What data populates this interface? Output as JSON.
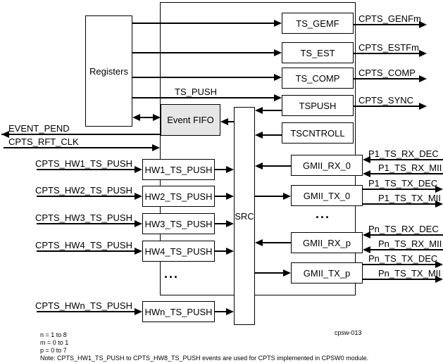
{
  "blocks": {
    "registers": "Registers",
    "event_fifo": "Event FIFO",
    "src": "SRC",
    "ts_gemf": "TS_GEMF",
    "ts_est": "TS_EST",
    "ts_comp": "TS_COMP",
    "tspush": "TSPUSH",
    "tscntroll": "TSCNTROLL",
    "gmii_rx_0": "GMII_RX_0",
    "gmii_tx_0": "GMII_TX_0",
    "gmii_rx_p": "GMII_RX_p",
    "gmii_tx_p": "GMII_TX_p",
    "hw1": "HW1_TS_PUSH",
    "hw2": "HW2_TS_PUSH",
    "hw3": "HW3_TS_PUSH",
    "hw4": "HW4_TS_PUSH",
    "hwn": "HWn_TS_PUSH"
  },
  "signals": {
    "ts_push": "TS_PUSH",
    "event_pend": "EVENT_PEND",
    "cpts_rft_clk": "CPTS_RFT_CLK",
    "cpts_hw1_ts_push": "CPTS_HW1_TS_PUSH",
    "cpts_hw2_ts_push": "CPTS_HW2_TS_PUSH",
    "cpts_hw3_ts_push": "CPTS_HW3_TS_PUSH",
    "cpts_hw4_ts_push": "CPTS_HW4_TS_PUSH",
    "cpts_hwn_ts_push": "CPTS_HWn_TS_PUSH",
    "cpts_genfm": "CPTS_GENFm",
    "cpts_estfm": "CPTS_ESTFm",
    "cpts_comp": "CPTS_COMP",
    "cpts_sync": "CPTS_SYNC",
    "p1_ts_rx_dec": "P1_TS_RX_DEC",
    "p1_ts_rx_mii": "P1_TS_RX_MII",
    "p1_ts_tx_dec": "P1_TS_TX_DEC",
    "p1_ts_tx_mii": "P1_TS_TX_MII",
    "pn_ts_rx_dec": "Pn_TS_RX_DEC",
    "pn_ts_rx_mii": "Pn_TS_RX_MII",
    "pn_ts_tx_dec": "Pn_TS_TX_DEC",
    "pn_ts_tx_mii": "Pn_TS_TX_MII"
  },
  "ellipsis": "...",
  "notes": {
    "line1": "n = 1 to 8",
    "line2": "m = 0 to 1",
    "line3": "p = 0 to 7",
    "note": "Note: CPTS_HW1_TS_PUSH to CPTS_HW8_TS_PUSH events are used for CPTS implemented in CPSW0 module."
  },
  "figure_id": "cpsw-013",
  "colors": {
    "line": "#000000",
    "box_fill": "#ffffff",
    "fifo_fill": "#e6e6e6",
    "background": "#ffffff"
  }
}
